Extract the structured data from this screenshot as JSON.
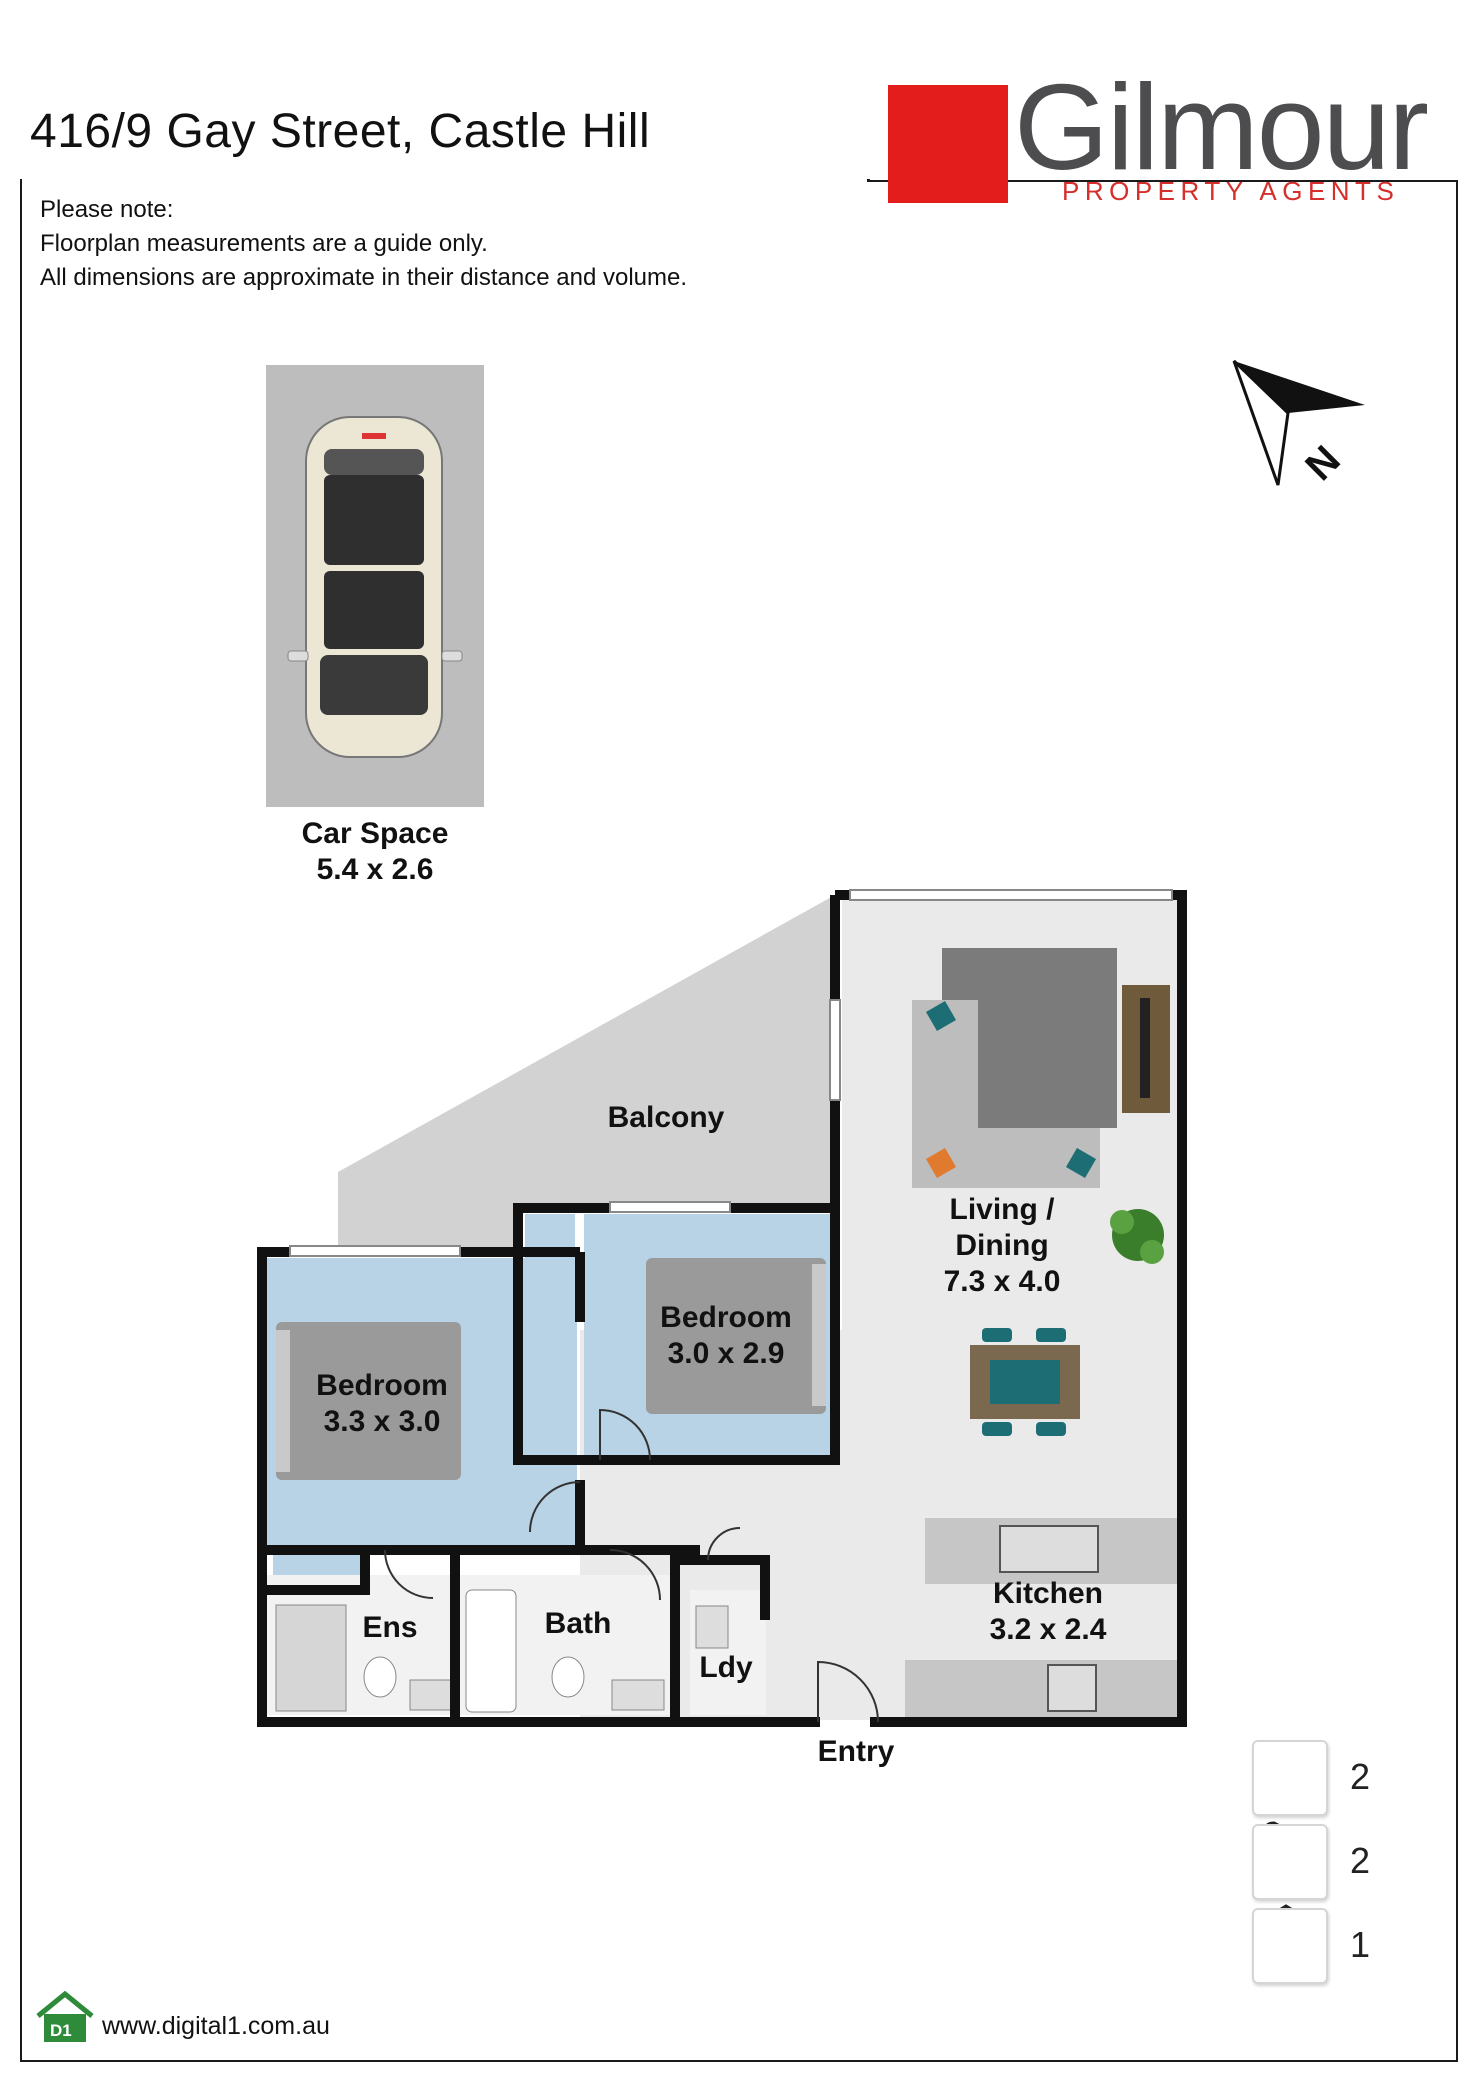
{
  "header": {
    "address": "416/9 Gay Street, Castle Hill"
  },
  "notes": {
    "heading": "Please note:",
    "line1": "Floorplan measurements are a guide only.",
    "line2": "All dimensions are approximate in their distance and volume."
  },
  "logo": {
    "name": "Gilmour",
    "tagline": "PROPERTY AGENTS",
    "brand_color": "#e21d1c",
    "text_color": "#4d4d4f"
  },
  "compass": {
    "label": "N"
  },
  "car_space": {
    "name": "Car Space",
    "dims": "5.4 x 2.6"
  },
  "rooms": {
    "balcony": "Balcony",
    "living_name": "Living /",
    "living_name2": "Dining",
    "living_dims": "7.3 x 4.0",
    "bedroom2_name": "Bedroom",
    "bedroom2_dims": "3.0 x 2.9",
    "bedroom1_name": "Bedroom",
    "bedroom1_dims": "3.3 x 3.0",
    "kitchen_name": "Kitchen",
    "kitchen_dims": "3.2 x 2.4",
    "ensuite": "Ens",
    "bath": "Bath",
    "laundry": "Ldy",
    "entry": "Entry"
  },
  "stats": {
    "bedrooms": "2",
    "bathrooms": "2",
    "car_spaces": "1"
  },
  "footer": {
    "logo_text": "D1",
    "url": "www.digital1.com.au"
  },
  "colors": {
    "bedroom_fill": "#b9d3e6",
    "living_floor": "#ececec",
    "balcony_fill": "#d2d2d2",
    "wall": "#111111"
  }
}
